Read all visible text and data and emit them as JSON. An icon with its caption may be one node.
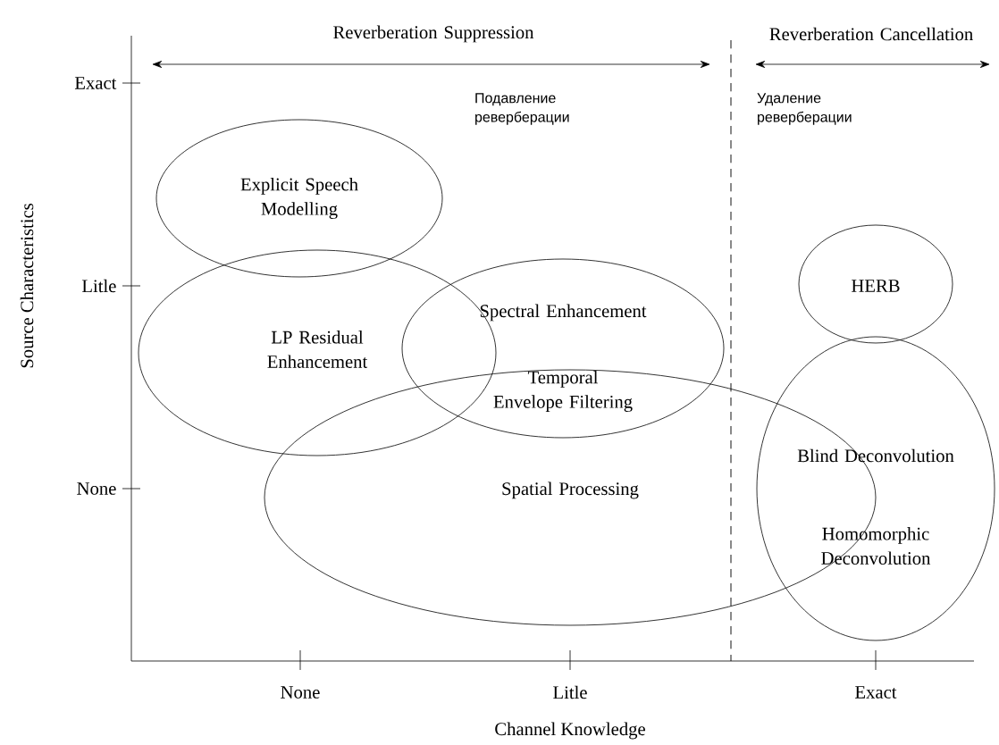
{
  "diagram": {
    "nodes": [
      {
        "text": [
          "Explicit Speech Modelling"
        ]
      },
      {
        "text": [
          "LP Residual Enhancement"
        ]
      },
      {
        "text": [
          "Spectral Enhancement",
          "Temporal Envelope Filtering"
        ]
      },
      {
        "text": [
          "Spatial Processing"
        ]
      },
      {
        "text": [
          "HERB"
        ]
      },
      {
        "text": [
          "Blind Deconvolution",
          "Homomorphic Deconvolution"
        ]
      }
    ],
    "labels": [
      "Reverberation Suppression",
      "Reverberation Cancellation",
      "Подавление реверберации",
      "Удаление реверберации",
      "Exact",
      "Litle",
      "None",
      "None",
      "Litle",
      "Exact",
      "Channel Knowledge",
      "Source Characteristics"
    ]
  }
}
